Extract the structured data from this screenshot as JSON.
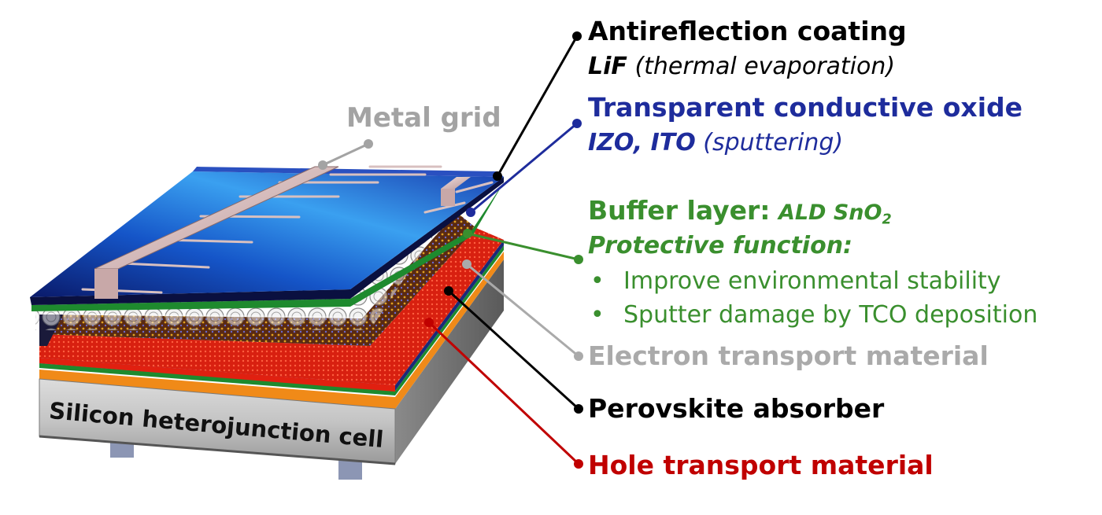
{
  "colors": {
    "black": "#000000",
    "blue": "#1e2c9c",
    "green": "#3a8f2e",
    "gray": "#aaaaaa",
    "red": "#c00000",
    "metal_grid": "#a3a3a3"
  },
  "labels": {
    "metal_grid": "Metal grid",
    "silicon_cell": "Silicon heterojunction cell",
    "antireflection": {
      "title": "Antireflection coating",
      "material": "LiF",
      "method": "(thermal evaporation)"
    },
    "tco": {
      "title": "Transparent conductive oxide",
      "material": "IZO, ITO",
      "method": "(sputtering)"
    },
    "buffer": {
      "title": "Buffer layer:",
      "material": "ALD SnO",
      "material_subscript": "2",
      "function_title": "Protective function:",
      "bullet_marker": "•",
      "bullets": [
        "Improve environmental stability",
        "Sputter damage by TCO deposition"
      ]
    },
    "etm": "Electron transport material",
    "perovskite": "Perovskite absorber",
    "htm": "Hole transport material"
  }
}
